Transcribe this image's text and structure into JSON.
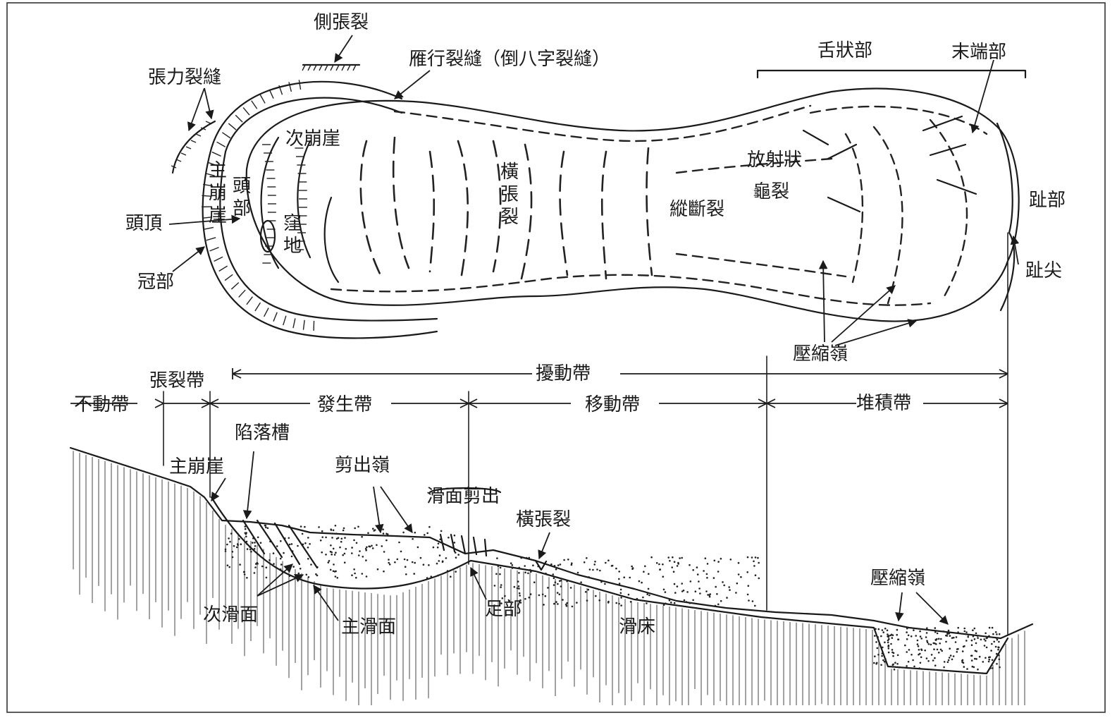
{
  "plan_view": {
    "labels": {
      "lateral_crack": "側張裂",
      "en_echelon": "雁行裂縫（倒八字裂縫）",
      "tongue": "舌狀部",
      "terminal": "末端部",
      "tension_cracks": "張力裂縫",
      "secondary_scarp": "次崩崖",
      "main_scarp_1": "主",
      "main_scarp_2": "崩",
      "main_scarp_3": "崖",
      "head_1": "頭",
      "head_2": "部",
      "depression_1": "窪",
      "depression_2": "地",
      "transverse_1": "橫",
      "transverse_2": "張",
      "transverse_3": "裂",
      "radial_1": "放射狀",
      "radial_2": "龜裂",
      "longitudinal": "縱斷裂",
      "toe": "趾部",
      "toe_tip": "趾尖",
      "crown_top": "頭頂",
      "crown": "冠部",
      "pressure_ridge": "壓縮嶺"
    }
  },
  "zones": {
    "tension_zone": "張裂帶",
    "disturbed_zone": "擾動帶",
    "stable_zone": "不動帶",
    "source_zone": "發生帶",
    "transport_zone": "移動帶",
    "deposit_zone": "堆積帶"
  },
  "section_view": {
    "labels": {
      "graben": "陷落槽",
      "main_scarp": "主崩崖",
      "shear_ridge": "剪出嶺",
      "slip_shear_out": "滑面剪出",
      "transverse_crack": "橫張裂",
      "pressure_ridge": "壓縮嶺",
      "secondary_slip": "次滑面",
      "main_slip": "主滑面",
      "foot": "足部",
      "slide_bed": "滑床"
    }
  }
}
